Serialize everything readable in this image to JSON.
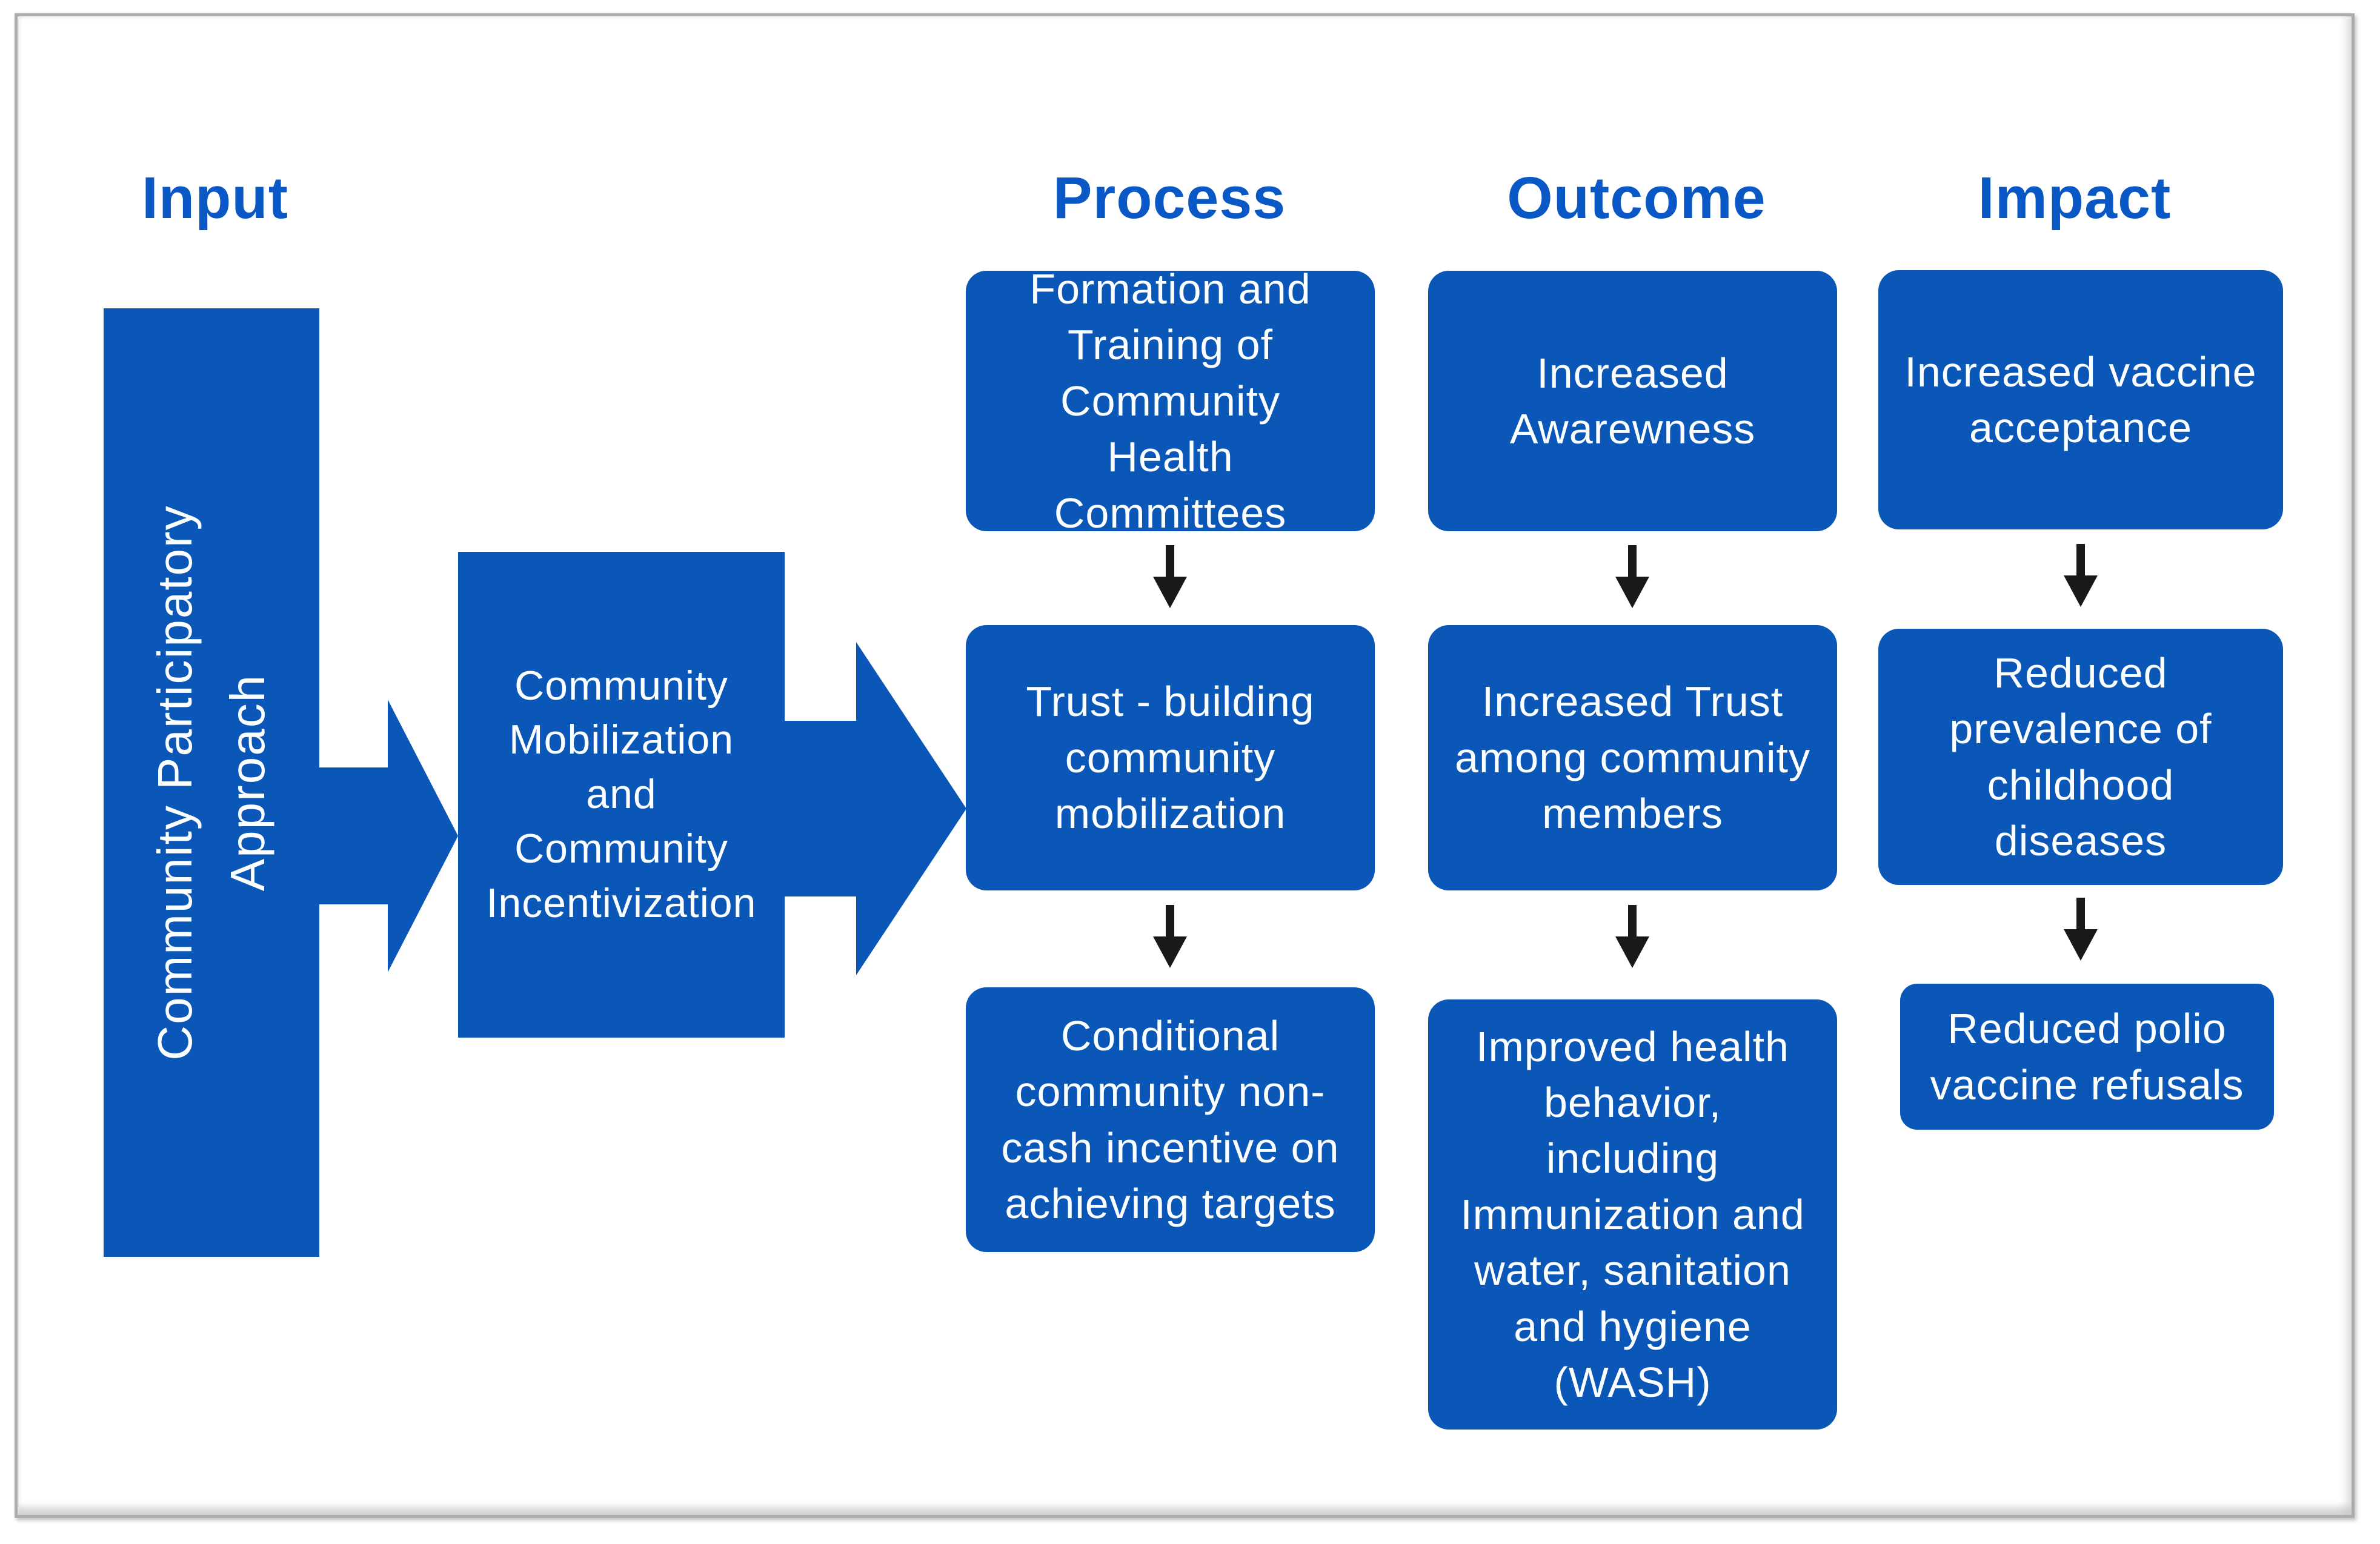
{
  "figure": {
    "title_note": "Input-Process-Outcome-Impact flow diagram",
    "headers": {
      "input": "Input",
      "process": "Process",
      "outcome": "Outcome",
      "impact": "Impact"
    },
    "input_flow": {
      "participatory_box": "Community Participatory\nApproach",
      "mobilization_box": "Community\nMobilization\nand\nCommunity\nIncentivization"
    },
    "columns": {
      "process": {
        "boxes": [
          "Formation and\nTraining of\nCommunity Health\nCommittees",
          "Trust - building\ncommunity\nmobilization",
          "Conditional\ncommunity non-\ncash incentive on\nachieving targets"
        ]
      },
      "outcome": {
        "boxes": [
          "Increased\nAwarewness",
          "Increased Trust\namong community\nmembers",
          "Improved health\nbehavior, including\nImmunization and\nwater, sanitation\nand hygiene\n(WASH)"
        ]
      },
      "impact": {
        "boxes": [
          "Increased vaccine\nacceptance",
          "Reduced\nprevalence of\nchildhood\ndiseases",
          "Reduced polio\nvaccine refusals"
        ]
      }
    },
    "icons": {
      "right_arrow": "right-flow-arrow",
      "down_arrow": "down-flow-arrow"
    },
    "colors": {
      "box_blue": "#0b57b8",
      "header_blue": "#0a58c6",
      "arrow_black": "#191919",
      "frame_gray": "#a9adb2"
    }
  }
}
